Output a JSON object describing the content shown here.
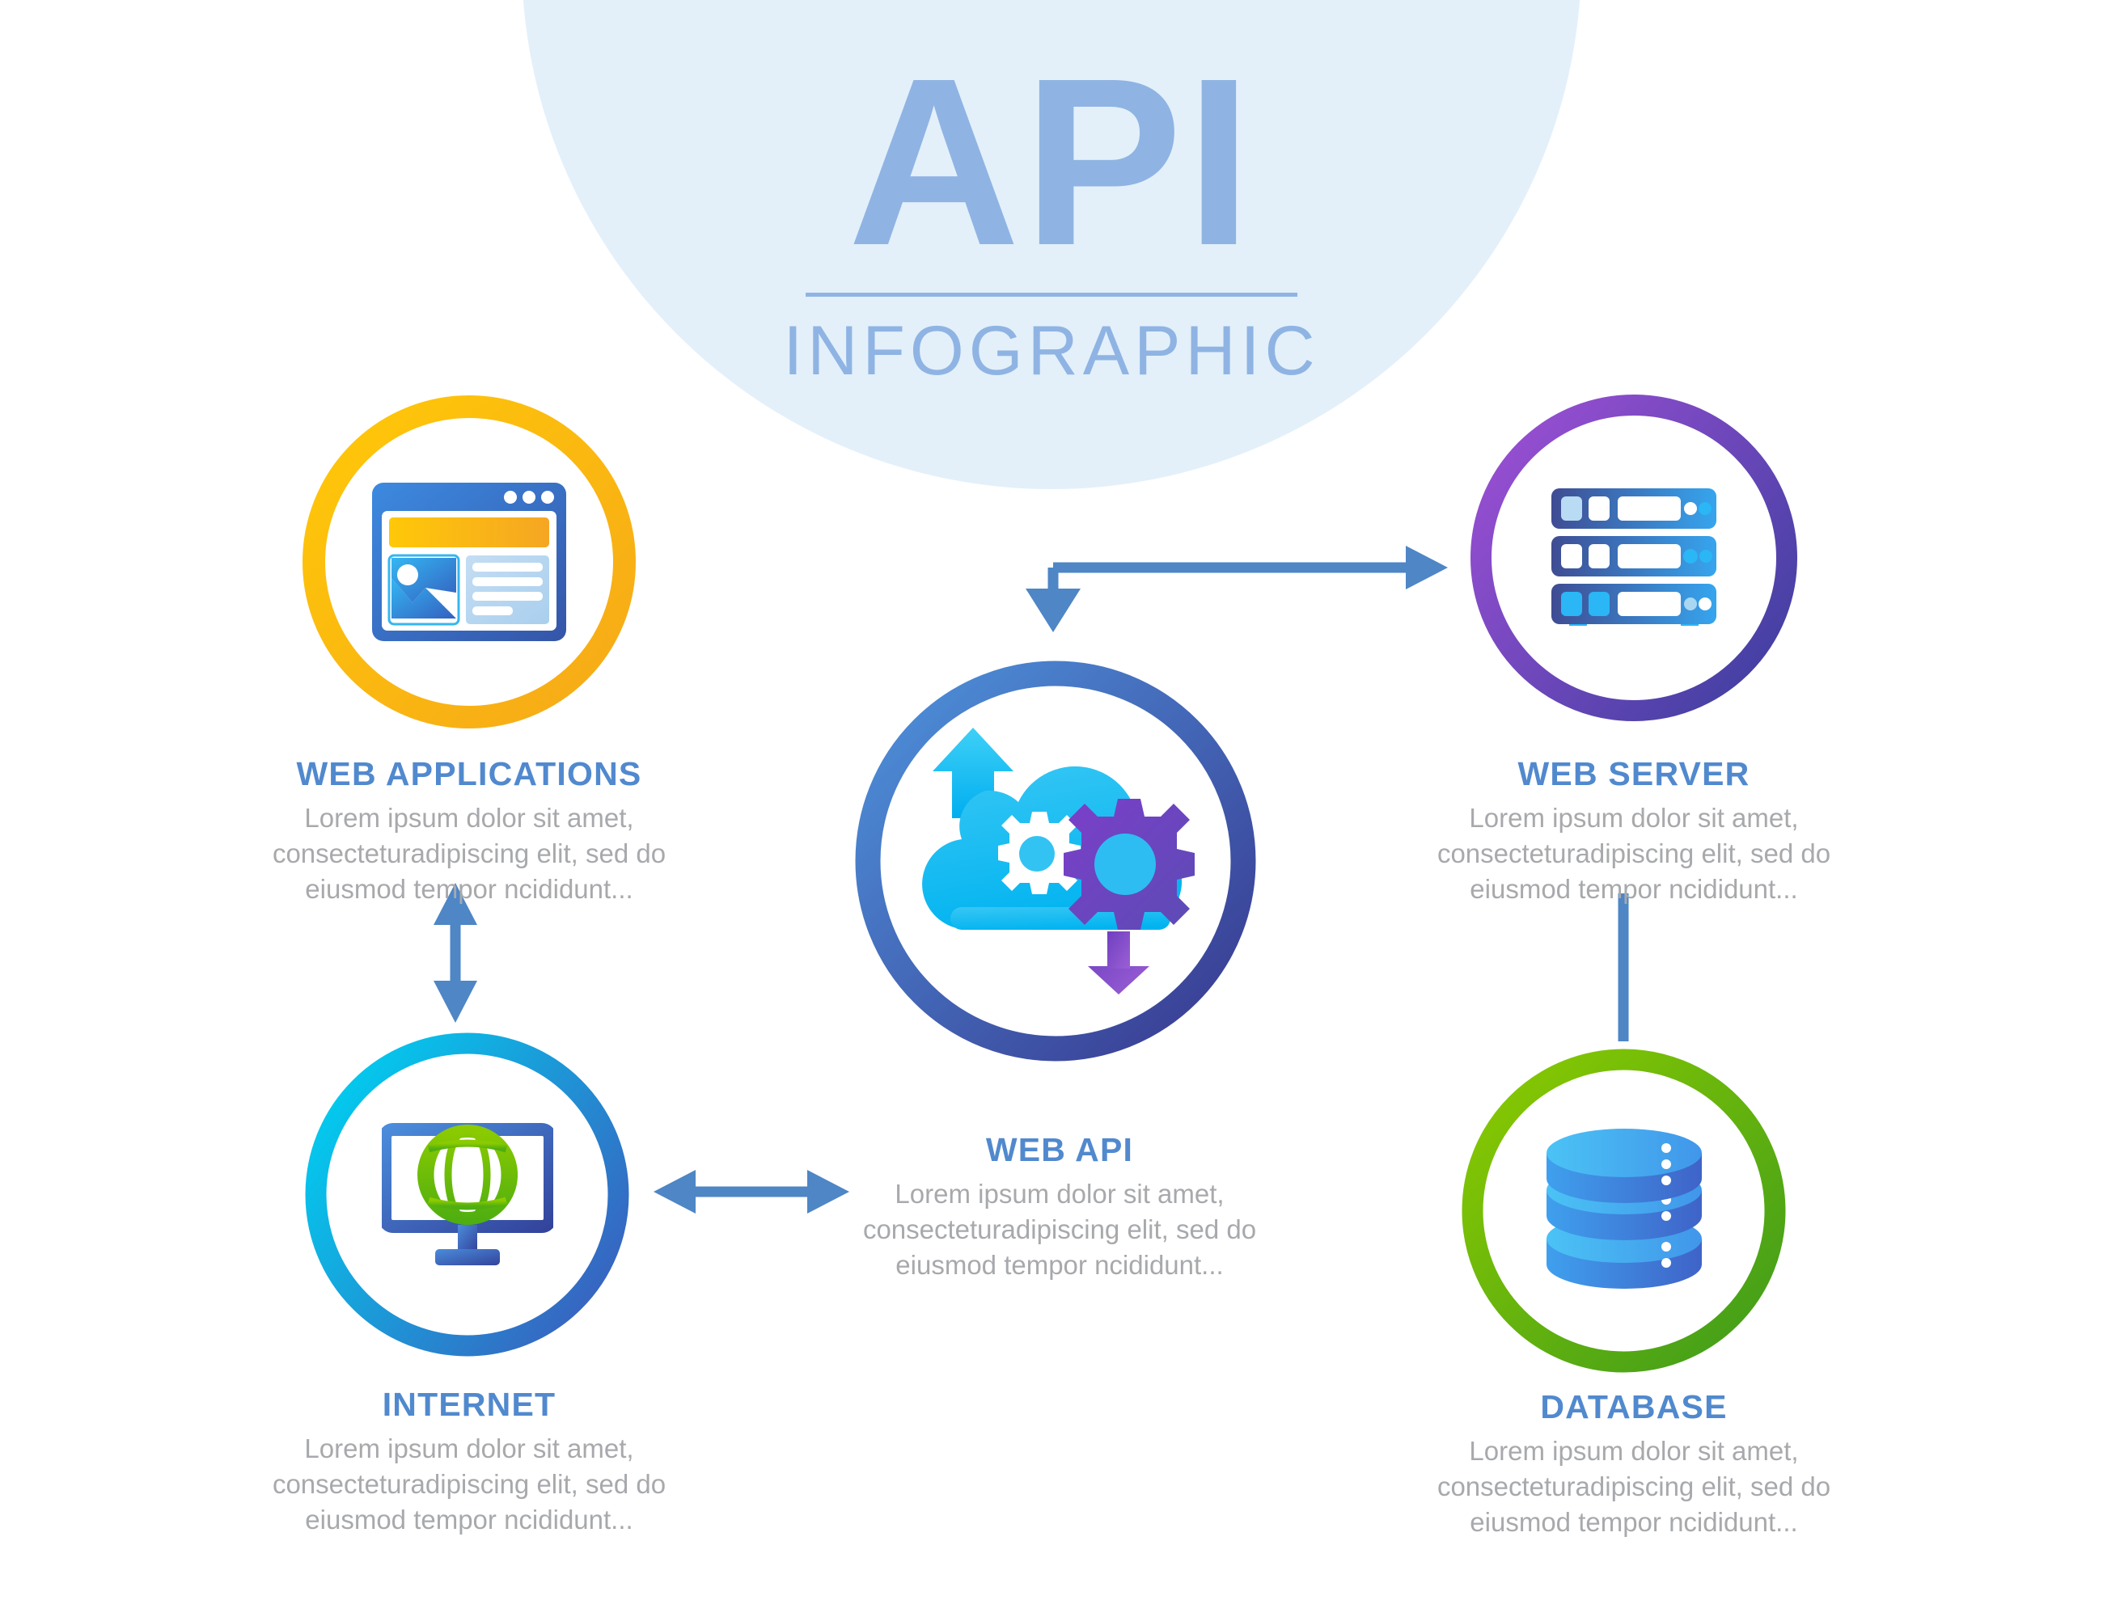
{
  "header": {
    "title": "API",
    "subtitle": "INFOGRAPHIC",
    "title_color": "#8FB4E3",
    "backdrop_color": "#E3F0FA"
  },
  "theme": {
    "caption_title_color": "#5189CE",
    "caption_body_color": "#A7A9AC",
    "arrow_color": "#4E86C6"
  },
  "nodes": [
    {
      "id": "web-applications",
      "title": "WEB APPLICATIONS",
      "body": "Lorem ipsum dolor sit amet, consecteturadipiscing elit, sed do eiusmod tempor ncididunt...",
      "icon": "browser-window-icon",
      "ring_color_from": "#FFC808",
      "ring_color_to": "#F6A918"
    },
    {
      "id": "web-server",
      "title": "WEB SERVER",
      "body": "Lorem ipsum dolor sit amet, consecteturadipiscing elit, sed do eiusmod tempor ncididunt...",
      "icon": "server-rack-icon",
      "ring_color_from": "#9B4FD4",
      "ring_color_to": "#4B3FA8"
    },
    {
      "id": "internet",
      "title": "INTERNET",
      "body": "Lorem ipsum dolor sit amet, consecteturadipiscing elit, sed do eiusmod tempor ncididunt...",
      "icon": "monitor-globe-icon",
      "ring_color_from": "#00C8F0",
      "ring_color_to": "#3C63BE"
    },
    {
      "id": "database",
      "title": "DATABASE",
      "body": "Lorem ipsum dolor sit amet, consecteturadipiscing elit, sed do eiusmod tempor ncididunt...",
      "icon": "database-cylinder-icon",
      "ring_color_from": "#8CCB00",
      "ring_color_to": "#3F9C1E"
    },
    {
      "id": "web-api",
      "title": "WEB API",
      "body": "Lorem ipsum dolor sit amet, consecteturadipiscing elit, sed do eiusmod tempor ncididunt...",
      "icon": "cloud-gears-icon",
      "ring_color_from": "#4A8ED6",
      "ring_color_to": "#3B3F9E"
    }
  ],
  "connectors": [
    {
      "id": "api-to-server",
      "kind": "elbow-double-arrow",
      "from": "web-api",
      "to": "web-server"
    },
    {
      "id": "webapps-to-internet",
      "kind": "vertical-double-arrow",
      "from": "web-applications",
      "to": "internet"
    },
    {
      "id": "internet-to-api",
      "kind": "horizontal-double-arrow",
      "from": "internet",
      "to": "web-api"
    },
    {
      "id": "server-to-database",
      "kind": "vertical-line",
      "from": "web-server",
      "to": "database"
    }
  ]
}
